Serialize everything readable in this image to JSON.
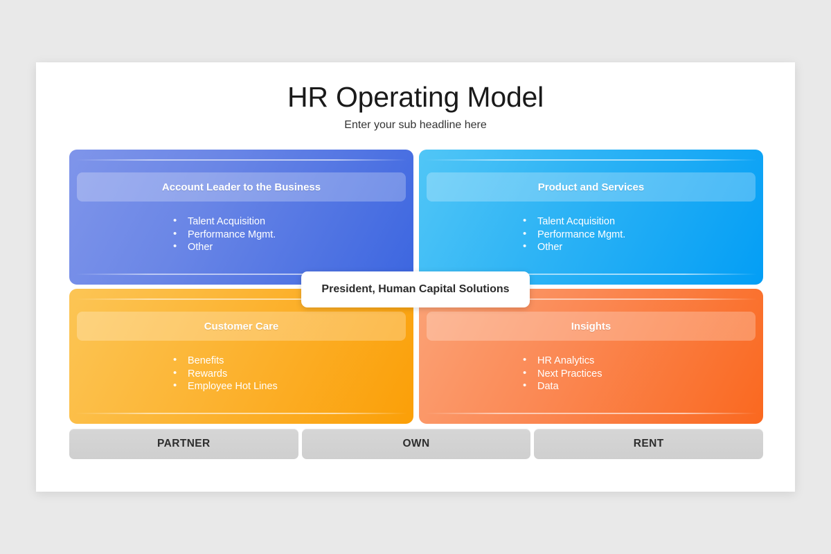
{
  "page": {
    "background_color": "#e9e9e9",
    "slide_background": "#ffffff"
  },
  "header": {
    "title": "HR Operating Model",
    "subtitle": "Enter your sub headline here"
  },
  "center_badge": {
    "label": "President, Human Capital Solutions"
  },
  "quadrants": [
    {
      "key": "account-leader",
      "title": "Account Leader to the Business",
      "accent_from": "#7f95ea",
      "accent_to": "#3c66e0",
      "bullets": [
        "Talent Acquisition",
        "Performance Mgmt.",
        "Other"
      ]
    },
    {
      "key": "product-services",
      "title": "Product and Services",
      "accent_from": "#51c6f6",
      "accent_to": "#039ef5",
      "bullets": [
        "Talent Acquisition",
        "Performance Mgmt.",
        "Other"
      ]
    },
    {
      "key": "customer-care",
      "title": "Customer Care",
      "accent_from": "#fcc555",
      "accent_to": "#fb9f07",
      "bullets": [
        "Benefits",
        "Rewards",
        "Employee Hot Lines"
      ]
    },
    {
      "key": "insights",
      "title": "Insights",
      "accent_from": "#fba276",
      "accent_to": "#fa681f",
      "bullets": [
        "HR Analytics",
        "Next Practices",
        "Data"
      ]
    }
  ],
  "footer": {
    "buttons": [
      {
        "label": "PARTNER"
      },
      {
        "label": "OWN"
      },
      {
        "label": "RENT"
      }
    ]
  }
}
